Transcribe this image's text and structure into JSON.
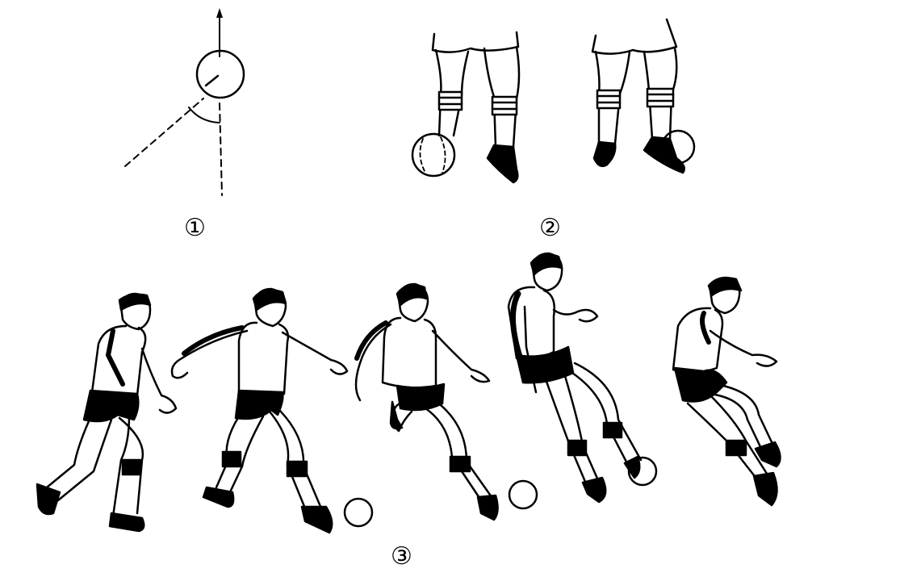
{
  "figure_labels": {
    "panel_1": "①",
    "panel_2": "②",
    "panel_3": "③"
  },
  "panels": [
    {
      "id": "1",
      "depicts": "ball-approach-angle-diagram"
    },
    {
      "id": "2",
      "depicts": "two-stance-close-ups-legs-and-ball"
    },
    {
      "id": "3",
      "depicts": "five-frame-dribbling-sequence"
    }
  ],
  "colors": {
    "ink": "#000000",
    "paper": "#ffffff"
  }
}
